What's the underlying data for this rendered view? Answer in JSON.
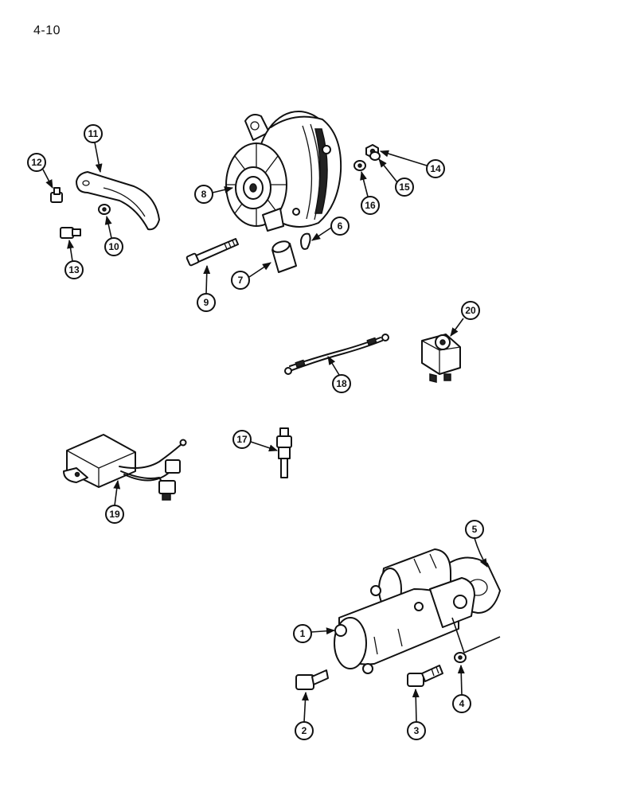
{
  "page_number": "4-10",
  "callouts": [
    {
      "id": "c1",
      "label": "1"
    },
    {
      "id": "c2",
      "label": "2"
    },
    {
      "id": "c3",
      "label": "3"
    },
    {
      "id": "c4",
      "label": "4"
    },
    {
      "id": "c5",
      "label": "5"
    },
    {
      "id": "c6",
      "label": "6"
    },
    {
      "id": "c7",
      "label": "7"
    },
    {
      "id": "c8",
      "label": "8"
    },
    {
      "id": "c9",
      "label": "9"
    },
    {
      "id": "c10",
      "label": "10"
    },
    {
      "id": "c11",
      "label": "11"
    },
    {
      "id": "c12",
      "label": "12"
    },
    {
      "id": "c13",
      "label": "13"
    },
    {
      "id": "c14",
      "label": "14"
    },
    {
      "id": "c15",
      "label": "15"
    },
    {
      "id": "c16",
      "label": "16"
    },
    {
      "id": "c17",
      "label": "17"
    },
    {
      "id": "c18",
      "label": "18"
    },
    {
      "id": "c19",
      "label": "19"
    },
    {
      "id": "c20",
      "label": "20"
    }
  ]
}
